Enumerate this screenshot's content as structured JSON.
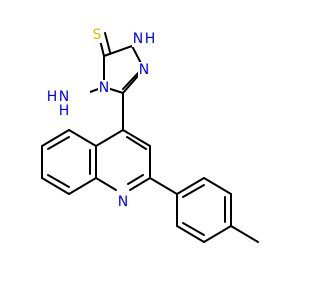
{
  "molecule": {
    "atoms": {
      "thione_s": "S",
      "nh_ring_n1": "N",
      "nh_ring_h1": "H",
      "ring_n2": "N",
      "ring_n4": "N",
      "amino_n": "N",
      "amino_h2": "H",
      "amino_h1": "H",
      "quinoline_n": "N"
    },
    "colors": {
      "bond": "#000000",
      "nitrogen": "#0000ff",
      "sulfur": "#c8c800"
    }
  }
}
